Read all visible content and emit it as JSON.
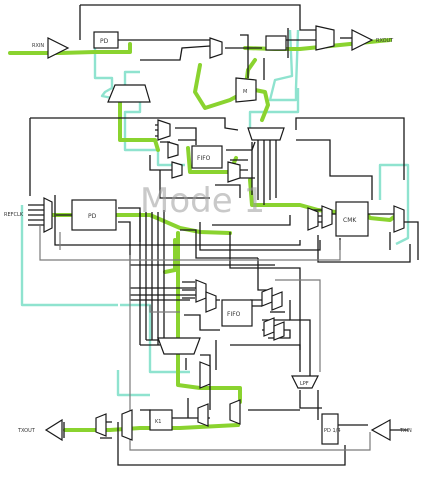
{
  "diagram": {
    "watermark": "Mode 1",
    "colors": {
      "wire": "#1a1a1a",
      "wire_gray": "#7a7a7a",
      "green_path": "#8ad32f",
      "cyan_path": "#8fe3cf",
      "block_fill": "#ffffff",
      "watermark": "#9c9c9c"
    },
    "labels": {
      "top_left_input": "RXIN",
      "top_pd": "PD",
      "top_right_output": "RXOUT",
      "top_mux_block": "M",
      "left_input": "REFCLK",
      "left_pd": "PD",
      "fifo_top": "FIFO",
      "fifo_bottom": "FIFO",
      "cmk": "CMK",
      "lpf": "LPF",
      "k_block": "K1",
      "pd_14": "PD 1/4",
      "bottom_left_output": "TXOUT",
      "bottom_right_input": "TXIN"
    }
  }
}
